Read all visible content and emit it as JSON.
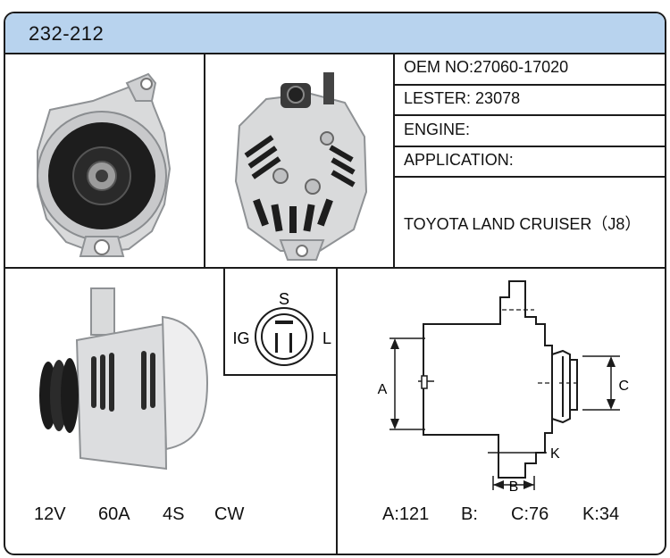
{
  "header": {
    "part_number": "232-212"
  },
  "info": {
    "oem": {
      "label": "OEM NO:",
      "value": "27060-17020"
    },
    "lester": {
      "label": "LESTER:",
      "value": "23078"
    },
    "engine": {
      "label": "ENGINE:",
      "value": ""
    },
    "application": {
      "label": "APPLICATION:",
      "value": ""
    },
    "vehicle": "TOYOTA LAND CRUISER（J8）"
  },
  "connector": {
    "top": "S",
    "left": "IG",
    "right": "L"
  },
  "specs": {
    "voltage": "12V",
    "amperage": "60A",
    "groove": "4S",
    "rotation": "CW"
  },
  "dimensions": {
    "labels": {
      "a": "A",
      "b": "B",
      "c": "C",
      "k": "K"
    },
    "a": "A:121",
    "b": "B:",
    "c": "C:76",
    "k": "K:34"
  }
}
